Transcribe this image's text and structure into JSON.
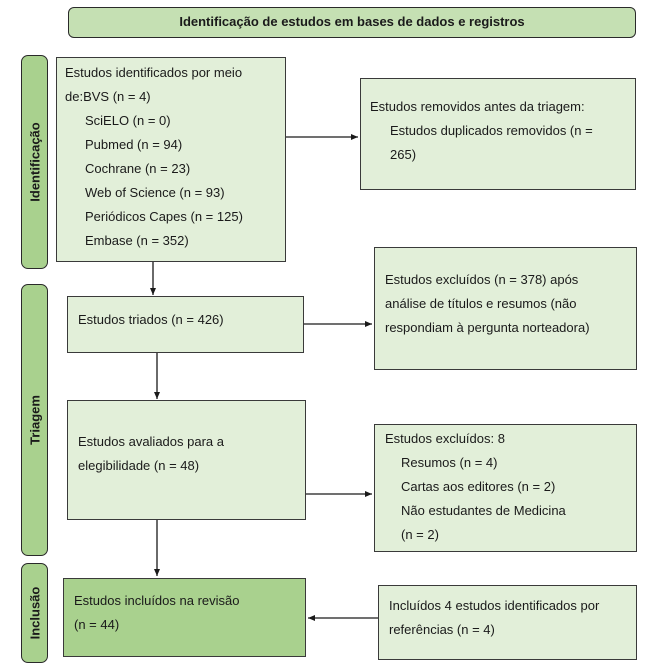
{
  "header": {
    "title": "Identificação de estudos em bases de dados e registros"
  },
  "phases": {
    "identificacao": "Identificação",
    "triagem": "Triagem",
    "inclusao": "Inclusão"
  },
  "identified": {
    "lines": [
      "Estudos identificados por meio",
      "de:BVS (n = 4)"
    ],
    "sources": [
      "SciELO (n = 0)",
      "Pubmed (n = 94)",
      "Cochrane (n = 23)",
      "Web of Science (n = 93)",
      "Periódicos Capes (n = 125)",
      "Embase (n = 352)"
    ]
  },
  "removed": {
    "heading": "Estudos removidos antes da triagem:",
    "lines": [
      "Estudos duplicados removidos (n =",
      "265)"
    ]
  },
  "screened": {
    "text": "Estudos triados (n = 426)"
  },
  "excluded_screen": {
    "lines": [
      "Estudos excluídos (n = 378) após",
      "análise de títulos e resumos (não",
      "respondiam à pergunta norteadora)"
    ]
  },
  "eligibility": {
    "lines": [
      "Estudos avaliados para a",
      "elegibilidade (n = 48)"
    ]
  },
  "excluded_elig": {
    "heading": "Estudos excluídos: 8",
    "lines": [
      "Resumos (n = 4)",
      "Cartas aos editores (n = 2)",
      "Não estudantes de Medicina",
      "(n = 2)"
    ]
  },
  "included": {
    "lines": [
      "Estudos incluídos na revisão",
      "(n = 44)"
    ]
  },
  "references": {
    "lines": [
      "Incluídos 4 estudos identificados por",
      "referências (n = 4)"
    ]
  },
  "colors": {
    "light_fill": "#e2efd9",
    "dark_fill": "#a9d18e",
    "title_fill": "#c5e0b3",
    "stroke": "#2a2a2a"
  }
}
